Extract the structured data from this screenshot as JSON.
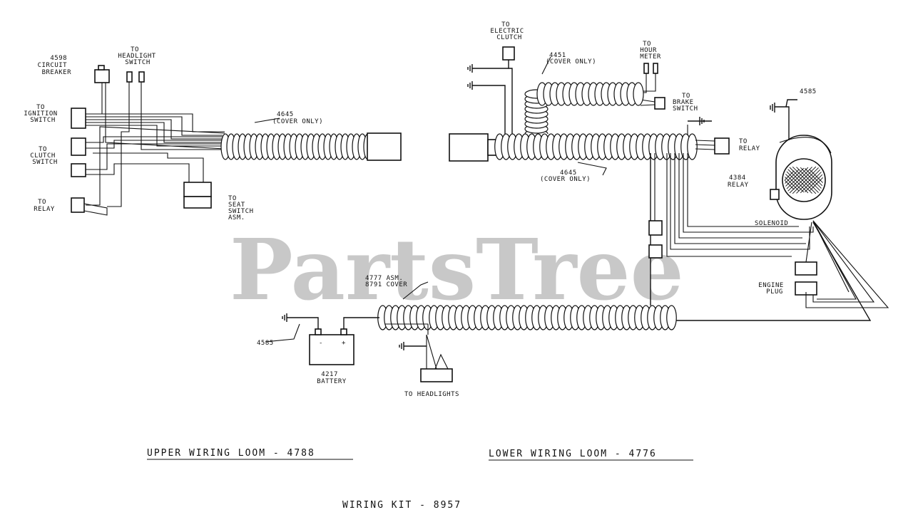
{
  "watermark": "PartsTree",
  "upper_loom": {
    "title": "UPPER WIRING LOOM - 4788",
    "labels": {
      "circuit_breaker": [
        "4598",
        "CIRCUIT",
        "BREAKER"
      ],
      "headlight_switch": [
        "TO",
        "HEADLIGHT",
        "SWITCH"
      ],
      "ignition_switch": [
        "TO",
        "IGNITION",
        "SWITCH"
      ],
      "clutch_switch": [
        "TO",
        "CLUTCH",
        "SWITCH"
      ],
      "relay": [
        "TO",
        "RELAY"
      ],
      "cover": [
        "4645",
        "(COVER ONLY)"
      ],
      "seat_switch": [
        "TO",
        "SEAT",
        "SWITCH",
        "ASM."
      ]
    }
  },
  "lower_loom": {
    "title": "LOWER WIRING LOOM - 4776",
    "labels": {
      "electric_clutch": [
        "TO",
        "ELECTRIC",
        "CLUTCH"
      ],
      "cover_4451": [
        "4451",
        "(COVER ONLY)"
      ],
      "hour_meter": [
        "TO",
        "HOUR",
        "METER"
      ],
      "brake_switch": [
        "TO",
        "BRAKE",
        "SWITCH"
      ],
      "relay": [
        "TO",
        "RELAY"
      ],
      "cover_4645": [
        "4645",
        "(COVER ONLY)"
      ],
      "ground_4585_top": "4585",
      "relay_4384": [
        "4384",
        "RELAY"
      ],
      "solenoid": "SOLENOID",
      "engine_plug": [
        "ENGINE",
        "PLUG"
      ],
      "asm_4777": [
        "4777 ASM.",
        "8791 COVER"
      ],
      "ground_4585_left": "4585",
      "battery": [
        "4217",
        "BATTERY"
      ],
      "headlights": "TO HEADLIGHTS"
    }
  },
  "kit_title": "WIRING KIT - 8957"
}
